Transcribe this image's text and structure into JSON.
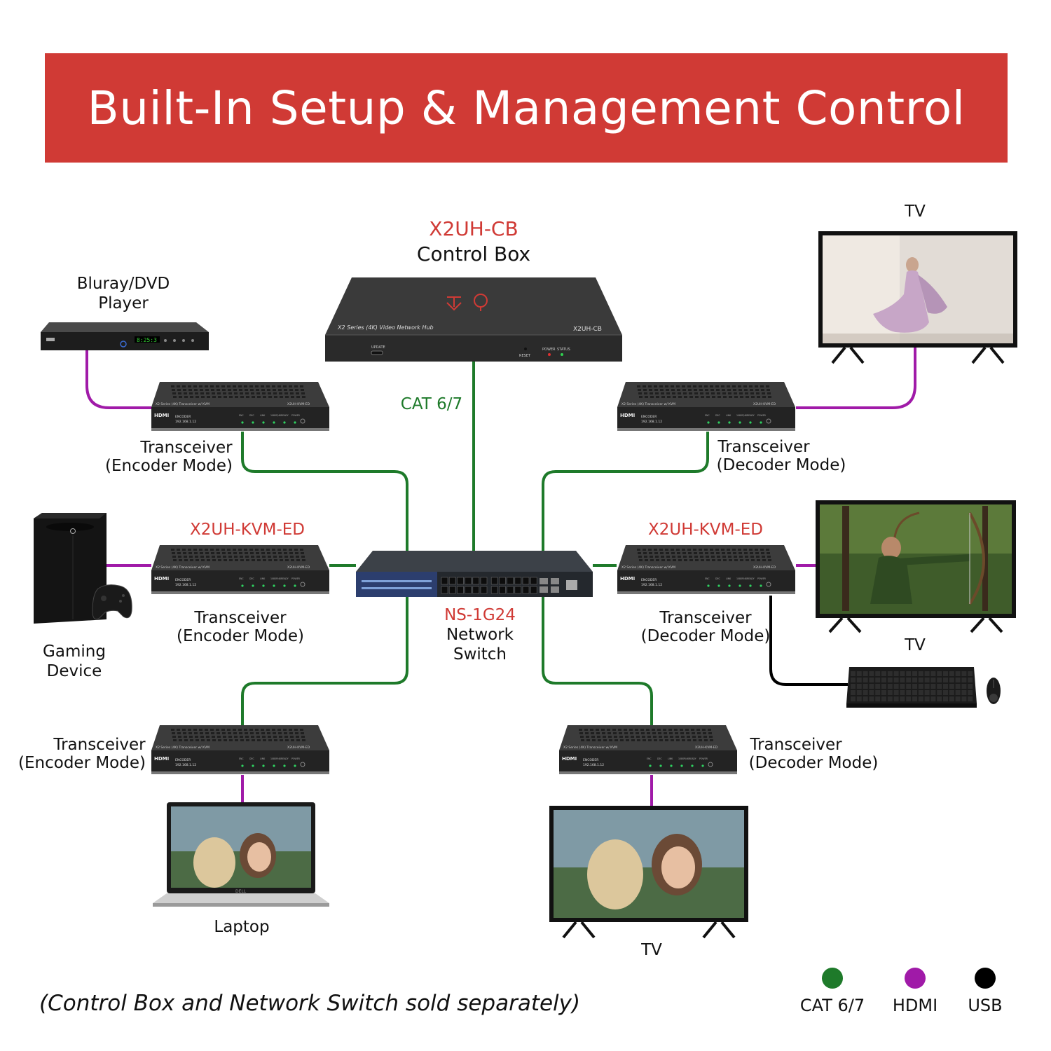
{
  "header": {
    "title": "Built-In Setup & Management Control"
  },
  "control_box": {
    "model": "X2UH-CB",
    "name": "Control Box",
    "face_text": "X2 Series (4K) Video Network Hub",
    "face_model": "X2UH-CB",
    "port_update": "UPDATE",
    "port_reset": "RESET",
    "led_power": "POWER",
    "led_status": "STATUS"
  },
  "network_switch": {
    "model": "NS-1G24",
    "name_line1": "Network",
    "name_line2": "Switch"
  },
  "cable_label": "CAT 6/7",
  "transceiver_face": {
    "hdmi": "HDMI",
    "mode": "ENCODER",
    "sub": "192.168.1.12",
    "model": "X2UH-KVM-ED",
    "top_text": "X2 Series (4K) Transceiver w/ KVM",
    "leds": [
      "ENC",
      "DEC",
      "LINK",
      "1080P/4K",
      "READY",
      "POWER"
    ]
  },
  "devices": {
    "bluray_line1": "Bluray/DVD",
    "bluray_line2": "Player",
    "gaming_line1": "Gaming",
    "gaming_line2": "Device",
    "laptop": "Laptop",
    "laptop_brand": "DELL",
    "tv_top": "TV",
    "tv_right": "TV",
    "tv_bottom": "TV"
  },
  "transceivers": {
    "t1_line1": "Transceiver",
    "t1_line2": "(Encoder Mode)",
    "t2_model": "X2UH-KVM-ED",
    "t2_line1": "Transceiver",
    "t2_line2": "(Encoder Mode)",
    "t3_line1": "Transceiver",
    "t3_line2": "(Encoder Mode)",
    "t4_line1": "Transceiver",
    "t4_line2": "(Decoder Mode)",
    "t5_model": "X2UH-KVM-ED",
    "t5_line1": "Transceiver",
    "t5_line2": "(Decoder Mode)",
    "t6_line1": "Transceiver",
    "t6_line2": "(Decoder Mode)"
  },
  "footer": {
    "note": "(Control Box and Network Switch sold separately)"
  },
  "legend": [
    {
      "label": "CAT 6/7",
      "color": "#1e7a2a"
    },
    {
      "label": "HDMI",
      "color": "#a01aa8"
    },
    {
      "label": "USB",
      "color": "#000000"
    }
  ],
  "colors": {
    "brand_red": "#d03a35",
    "cat": "#1e7a2a",
    "hdmi": "#a01aa8",
    "usb": "#000000"
  }
}
